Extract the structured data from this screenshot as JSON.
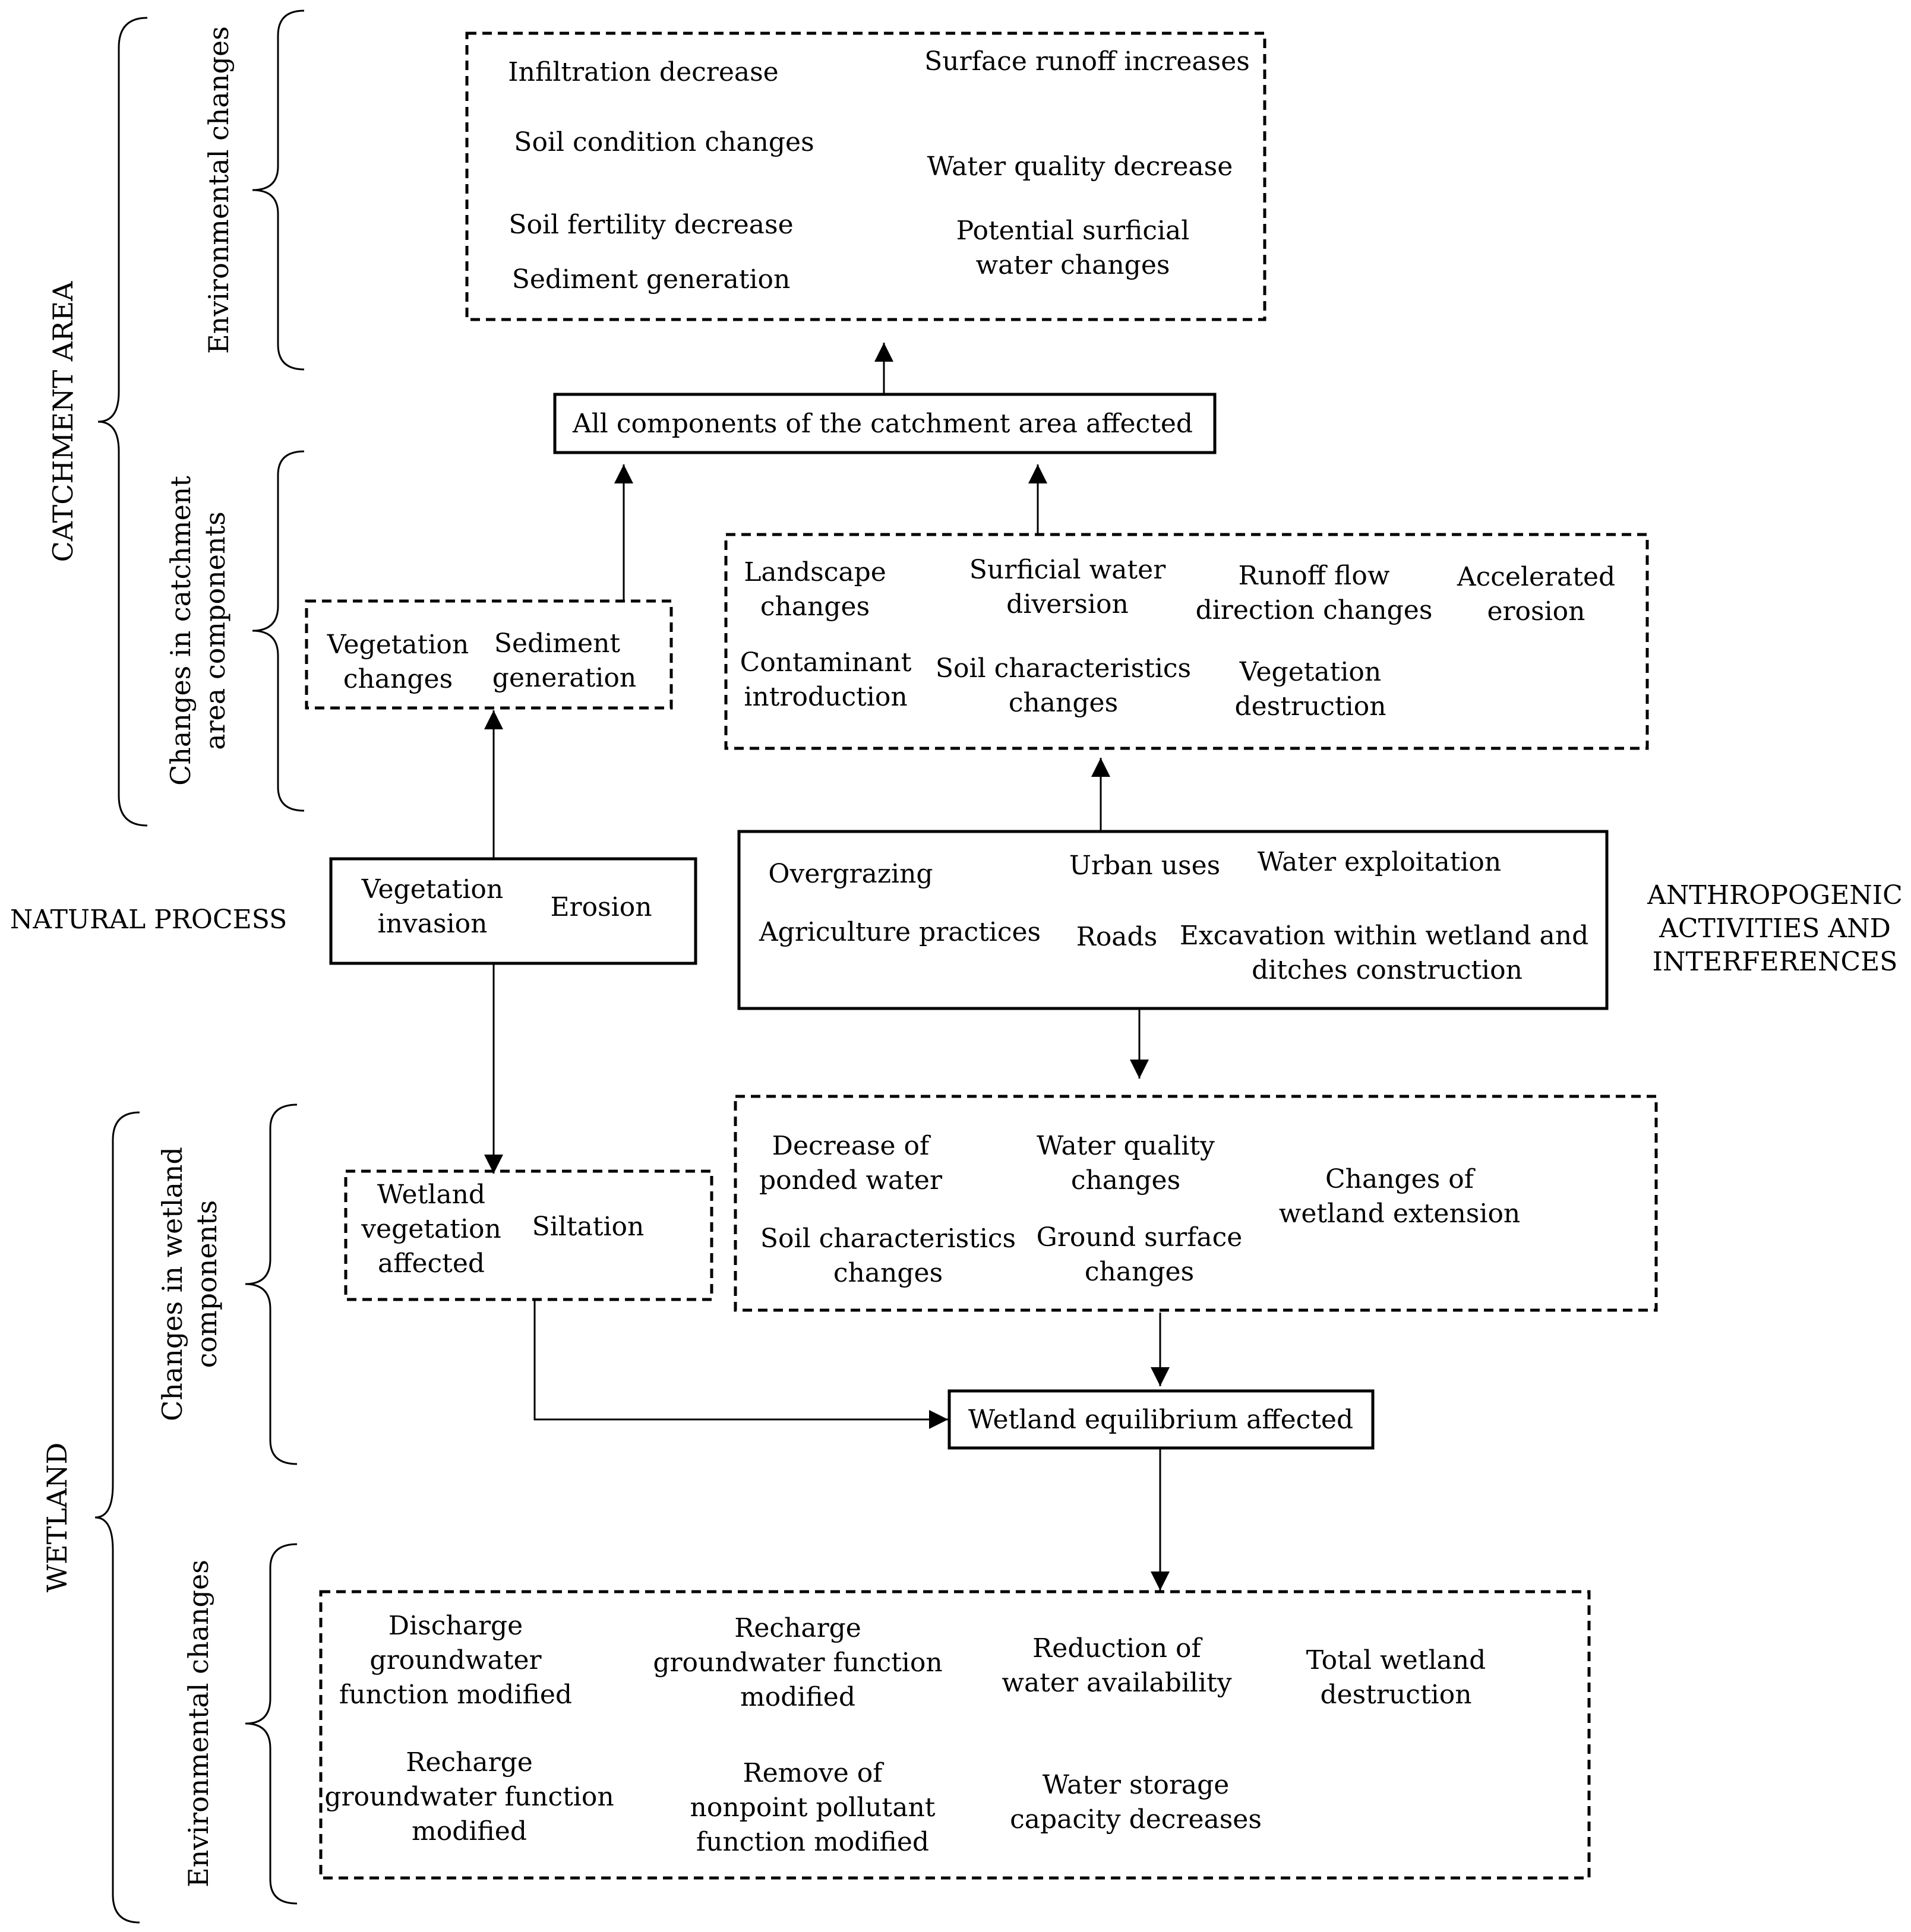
{
  "side_labels": {
    "catchment_area": "CATCHMENT AREA",
    "wetland": "WETLAND",
    "natural_process": "NATURAL PROCESS",
    "anthropogenic": [
      "ANTHROPOGENIC",
      "ACTIVITIES AND",
      "INTERFERENCES"
    ],
    "env_changes_top": "Environmental changes",
    "changes_catchment": [
      "Changes in catchment",
      "area components"
    ],
    "changes_wetland": [
      "Changes  in wetland",
      "components"
    ],
    "env_changes_bottom": "Environmental changes"
  },
  "env_top": {
    "infiltration": "Infiltration decrease",
    "runoff": "Surface runoff increases",
    "soil_condition": "Soil condition changes",
    "water_quality": "Water quality decrease",
    "soil_fertility": "Soil fertility decrease",
    "potential": [
      "Potential surficial",
      "water changes"
    ],
    "sediment": "Sediment generation"
  },
  "all_components": "All components of the catchment area affected",
  "natural_catchment": {
    "vegetation": [
      "Vegetation",
      "changes"
    ],
    "sediment": [
      "Sediment",
      "generation"
    ]
  },
  "anthro_catchment": {
    "landscape": [
      "Landscape",
      "changes"
    ],
    "surficial": [
      "Surficial water",
      "diversion"
    ],
    "runoff_flow": [
      "Runoff flow",
      "direction changes"
    ],
    "accelerated": [
      "Accelerated",
      "erosion"
    ],
    "contaminant": [
      "Contaminant",
      "introduction"
    ],
    "soil_char": [
      "Soil characteristics",
      "changes"
    ],
    "veg_destruction": [
      "Vegetation",
      "destruction"
    ]
  },
  "natural_process_box": {
    "veg_invasion": [
      "Vegetation",
      "invasion"
    ],
    "erosion": "Erosion"
  },
  "anthropogenic_box": {
    "overgrazing": "Overgrazing",
    "urban": "Urban uses",
    "water_exploitation": "Water exploitation",
    "agriculture": "Agriculture practices",
    "roads": "Roads",
    "excavation": [
      "Excavation within wetland and",
      "ditches construction"
    ]
  },
  "natural_wetland": {
    "wetland_veg": [
      "Wetland",
      "vegetation",
      "affected"
    ],
    "siltation": "Siltation"
  },
  "anthro_wetland": {
    "ponded": [
      "Decrease of",
      "ponded water"
    ],
    "wq_changes": [
      "Water quality",
      "changes"
    ],
    "extension": [
      "Changes of",
      "wetland extension"
    ],
    "soil_char": [
      "Soil characteristics",
      "changes"
    ],
    "ground": [
      "Ground surface",
      "changes"
    ]
  },
  "equilibrium": "Wetland equilibrium affected",
  "env_bottom": {
    "discharge": [
      "Discharge",
      "groundwater",
      "function modified"
    ],
    "recharge1": [
      "Recharge",
      "groundwater function",
      "modified"
    ],
    "reduction": [
      "Reduction of",
      "water availability"
    ],
    "total": [
      "Total wetland",
      "destruction"
    ],
    "recharge2": [
      "Recharge",
      "groundwater function",
      "modified"
    ],
    "nonpoint": [
      "Remove of",
      "nonpoint pollutant",
      "function modified"
    ],
    "storage": [
      "Water storage",
      "capacity decreases"
    ]
  }
}
